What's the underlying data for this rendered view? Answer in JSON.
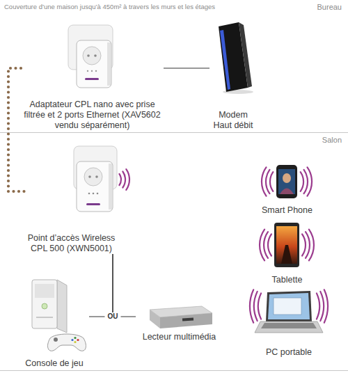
{
  "diagram": {
    "title": "Couverture d’une maison jusqu’à 450m² à travers les murs et les étages",
    "nodes": [
      {
        "text": [
          "Bureau"
        ]
      },
      {
        "text": [
          "Adaptateur CPL nano avec prise filtrée et 2 ports Ethernet (XAV5602 vendu séparément)"
        ],
        "in": 0
      },
      {
        "text": [
          "Modem Haut débit"
        ],
        "in": 0
      },
      {
        "text": [
          "Salon"
        ]
      },
      {
        "text": [
          "Point d’accès Wireless CPL 500 (XWN5001)"
        ],
        "in": 3
      },
      {
        "text": [
          "Smart Phone"
        ],
        "in": 3
      },
      {
        "text": [
          "Tablette"
        ],
        "in": 3
      },
      {
        "text": [
          "Console de jeu"
        ],
        "in": 3
      },
      {
        "text": [
          "Lecteur multimédia"
        ],
        "in": 3
      },
      {
        "text": [
          "PC portable"
        ],
        "in": 3
      }
    ],
    "edges": [
      {
        "from": 1,
        "to": 2,
        "arrow": "none"
      },
      {
        "from": 1,
        "to": 4,
        "arrow": "none"
      },
      {
        "from": 4,
        "to": 7,
        "label": "OU",
        "arrow": "none"
      },
      {
        "from": 4,
        "to": 8,
        "arrow": "none"
      }
    ]
  }
}
